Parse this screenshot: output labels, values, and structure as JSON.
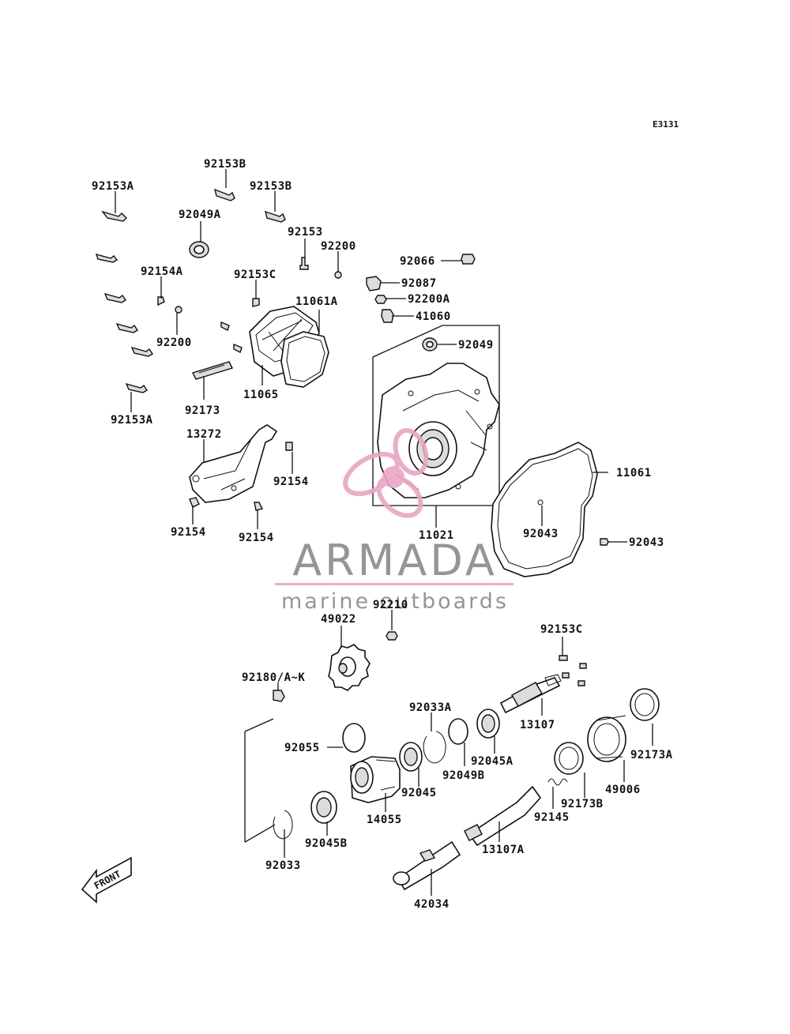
{
  "diagram_code": "E3131",
  "parts": {
    "p92153B_top": "92153B",
    "p92153A_top": "92153A",
    "p92153B_r": "92153B",
    "p92049A": "92049A",
    "p92153": "92153",
    "p92200_top": "92200",
    "p92066": "92066",
    "p92154A": "92154A",
    "p92153C_top": "92153C",
    "p92087": "92087",
    "p11061A": "11061A",
    "p92200A": "92200A",
    "p41060": "41060",
    "p92200_left": "92200",
    "p92049": "92049",
    "p11065": "11065",
    "p92173": "92173",
    "p92153A_bot": "92153A",
    "p13272": "13272",
    "p11061": "11061",
    "p92154_mid": "92154",
    "p92043_in": "92043",
    "p92154_left": "92154",
    "p92154_bot": "92154",
    "p11021": "11021",
    "p92043_out": "92043",
    "p92210": "92210",
    "p49022": "49022",
    "p92153C_bot": "92153C",
    "p92180": "92180/A~K",
    "p92033A": "92033A",
    "p13107": "13107",
    "p92055": "92055",
    "p92173A": "92173A",
    "p92045A": "92045A",
    "p92049B": "92049B",
    "p92045": "92045",
    "p49006": "49006",
    "p92173B": "92173B",
    "p14055": "14055",
    "p92145": "92145",
    "p92045B": "92045B",
    "p13107A": "13107A",
    "p92033": "92033",
    "p42034": "42034"
  },
  "watermark": {
    "brand": "ARMADA",
    "tagline": "marine outboards",
    "logo_color": "#e8a6c3",
    "text_color": "#8a8a8a"
  },
  "front_arrow_label": "FRONT"
}
